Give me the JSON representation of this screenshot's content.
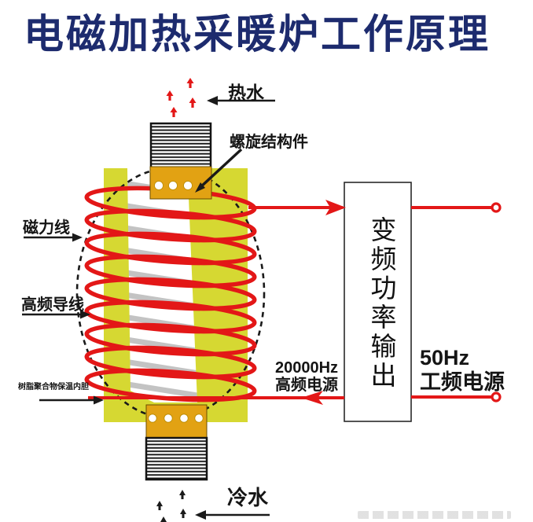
{
  "title": "电磁加热采暖炉工作原理",
  "diagram": {
    "labels": {
      "hot_water": "热水",
      "cold_water": "冷水",
      "spiral_component": "螺旋结构件",
      "magnetic_field_lines": "磁力线",
      "high_freq_wire": "高频导线",
      "insulation_liner": "树脂聚合物保温内胆",
      "hf_power_line1": "20000Hz",
      "hf_power_line2": "高频电源",
      "inverter_box": "变频功率输出",
      "mains_power_line1": "50Hz",
      "mains_power_line2": "工频电源"
    },
    "colors": {
      "title_blue": "#1d2b6e",
      "coil_red": "#e31717",
      "body_yellow": "#d6d832",
      "block_orange": "#e2a213",
      "stripe_gray": "#c3c3c3",
      "line_black": "#1a1a1a"
    }
  }
}
